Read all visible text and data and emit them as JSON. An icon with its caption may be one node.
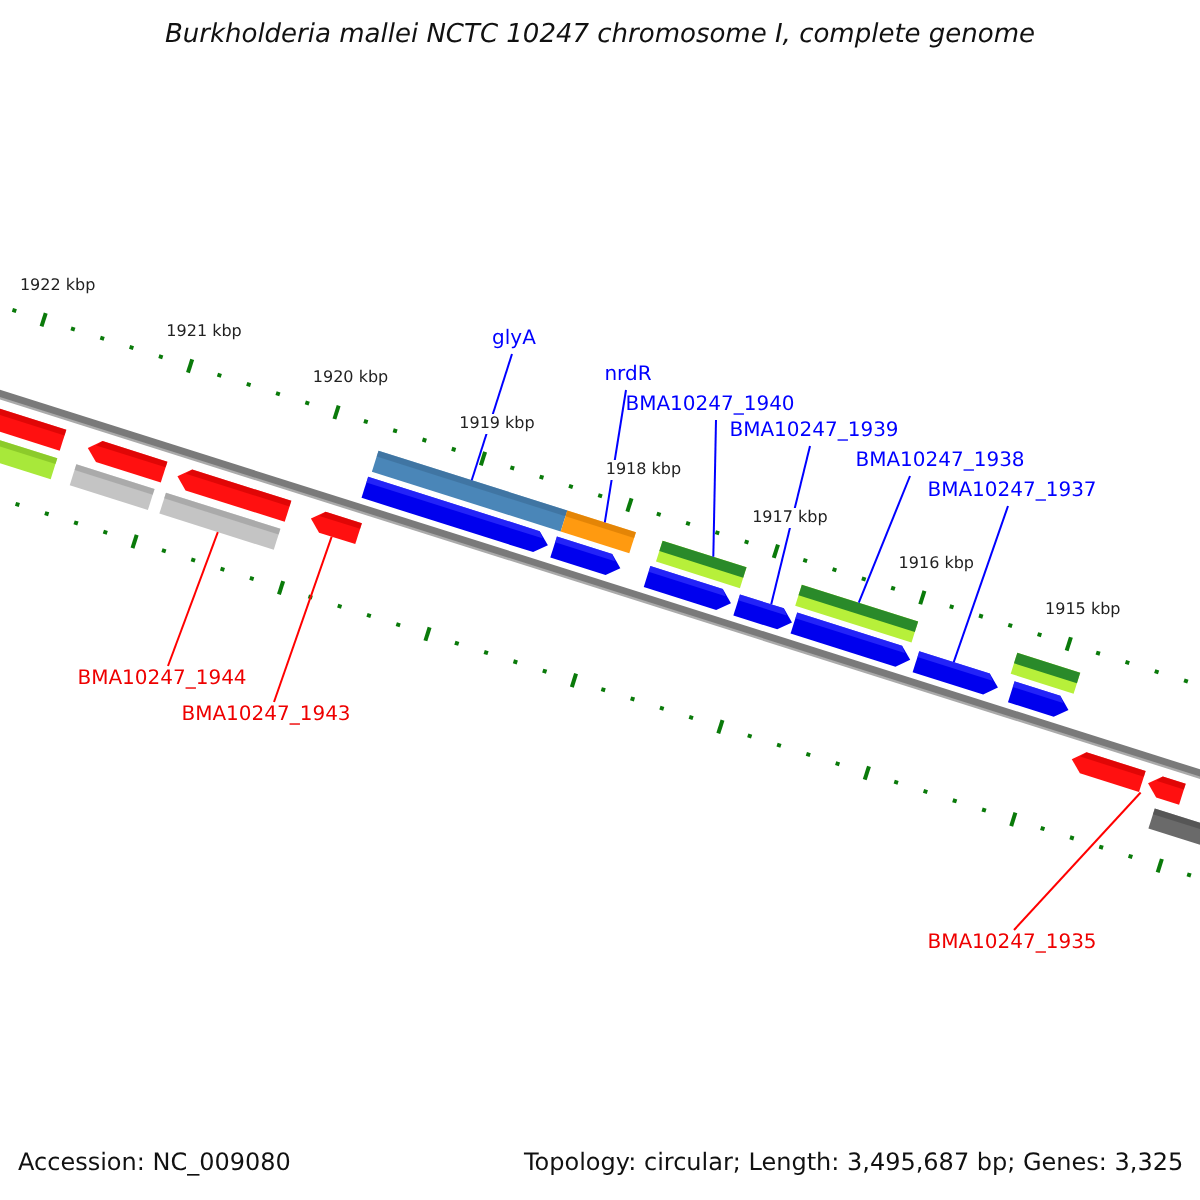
{
  "diagram": {
    "title": "Burkholderia mallei NCTC 10247 chromosome I, complete genome",
    "nodes": [
      {
        "text": [
          "glyA"
        ]
      },
      {
        "text": [
          "nrdR"
        ]
      },
      {
        "text": [
          "BMA10247_1940"
        ]
      },
      {
        "text": [
          "BMA10247_1939"
        ]
      },
      {
        "text": [
          "BMA10247_1938"
        ]
      },
      {
        "text": [
          "BMA10247_1937"
        ]
      },
      {
        "text": [
          "BMA10247_1944"
        ]
      },
      {
        "text": [
          "BMA10247_1943"
        ]
      },
      {
        "text": [
          "BMA10247_1935"
        ]
      },
      {
        "text": [],
        "shape": "bar"
      },
      {
        "text": [],
        "shape": "bar"
      },
      {
        "text": [],
        "shape": "bar"
      },
      {
        "text": [],
        "shape": "arrow"
      },
      {
        "text": [],
        "shape": "bar"
      },
      {
        "text": [],
        "shape": "arrow"
      },
      {
        "text": [],
        "shape": "arrow"
      },
      {
        "text": [],
        "shape": "bar"
      },
      {
        "text": [],
        "shape": "arrow"
      },
      {
        "text": [],
        "shape": "bar"
      },
      {
        "text": [],
        "shape": "arrow"
      },
      {
        "text": [],
        "shape": "bar"
      },
      {
        "text": [],
        "shape": "arrow"
      },
      {
        "text": [],
        "shape": "arrow"
      },
      {
        "text": [],
        "shape": "bar"
      },
      {
        "text": [],
        "shape": "arrow"
      },
      {
        "text": [],
        "shape": "arrow"
      },
      {
        "text": [],
        "shape": "bar"
      },
      {
        "text": [],
        "shape": "arrow"
      },
      {
        "text": [],
        "shape": "arrow"
      },
      {
        "text": [],
        "shape": "arrow"
      },
      {
        "text": [],
        "shape": "bar"
      }
    ],
    "edges": [
      {
        "from": 0,
        "to": 16,
        "arrow": "none"
      },
      {
        "from": 1,
        "to": 18,
        "arrow": "none"
      },
      {
        "from": 2,
        "to": 20,
        "arrow": "none"
      },
      {
        "from": 3,
        "to": 22,
        "arrow": "none"
      },
      {
        "from": 4,
        "to": 23,
        "arrow": "none"
      },
      {
        "from": 5,
        "to": 25,
        "arrow": "none"
      },
      {
        "from": 6,
        "to": 13,
        "arrow": "none",
        "color": "#ff0000"
      },
      {
        "from": 7,
        "to": 15,
        "arrow": "none",
        "color": "#ff0000"
      },
      {
        "from": 8,
        "to": 28,
        "arrow": "none",
        "color": "#ff0000"
      }
    ],
    "labels": [
      "1922 kbp",
      "1921 kbp",
      "1920 kbp",
      "1919 kbp",
      "1918 kbp",
      "1917 kbp",
      "1916 kbp",
      "1915 kbp",
      "Accession: NC_009080",
      "Topology: circular; Length: 3,495,687 bp; Genes: 3,325"
    ]
  }
}
